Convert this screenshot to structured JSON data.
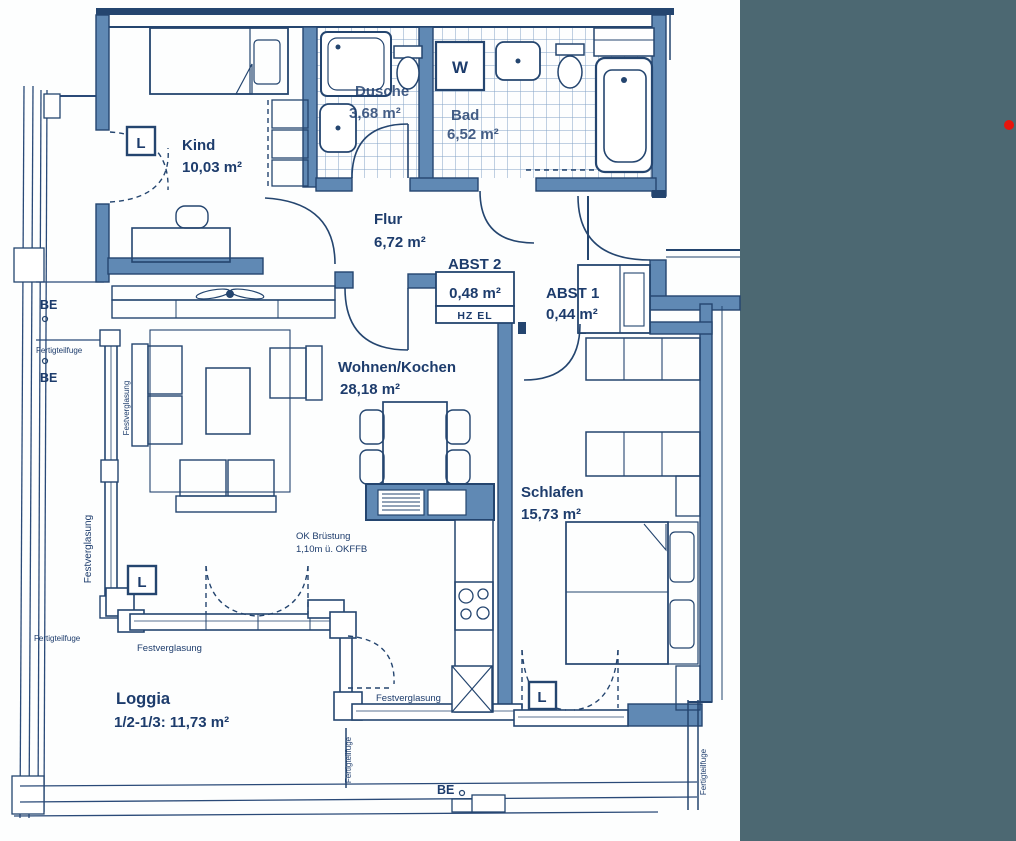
{
  "rooms": {
    "kind": {
      "name": "Kind",
      "area": "10,03 m²"
    },
    "dusche": {
      "name": "Dusche",
      "area": "3,68 m²"
    },
    "bad": {
      "name": "Bad",
      "area": "6,52 m²"
    },
    "flur": {
      "name": "Flur",
      "area": "6,72 m²"
    },
    "abst2": {
      "name": "ABST 2",
      "area": "0,48 m²"
    },
    "abst1": {
      "name": "ABST 1",
      "area": "0,44 m²"
    },
    "wohnen": {
      "name": "Wohnen/Kochen",
      "area": "28,18 m²"
    },
    "schlafen": {
      "name": "Schlafen",
      "area": "15,73 m²"
    },
    "loggia": {
      "name": "Loggia",
      "area": "1/2-1/3: 11,73 m²"
    }
  },
  "markers": {
    "w": "W",
    "l": "L",
    "hz_el": "HZ EL",
    "be": "BE"
  },
  "notes": {
    "glazing": "Festverglasung",
    "joint": "Fertigteilfuge",
    "parapet1": "OK Brüstung",
    "parapet2": "1,10m ü. OKFFB"
  },
  "colors": {
    "ink": "#1d3c6c",
    "wall_fill": "#6089b4",
    "wall_dark": "#24456f",
    "tile": "#527cae",
    "paper": "#fdfefe",
    "panel": "#4c6872",
    "dot": "#e8150d"
  }
}
